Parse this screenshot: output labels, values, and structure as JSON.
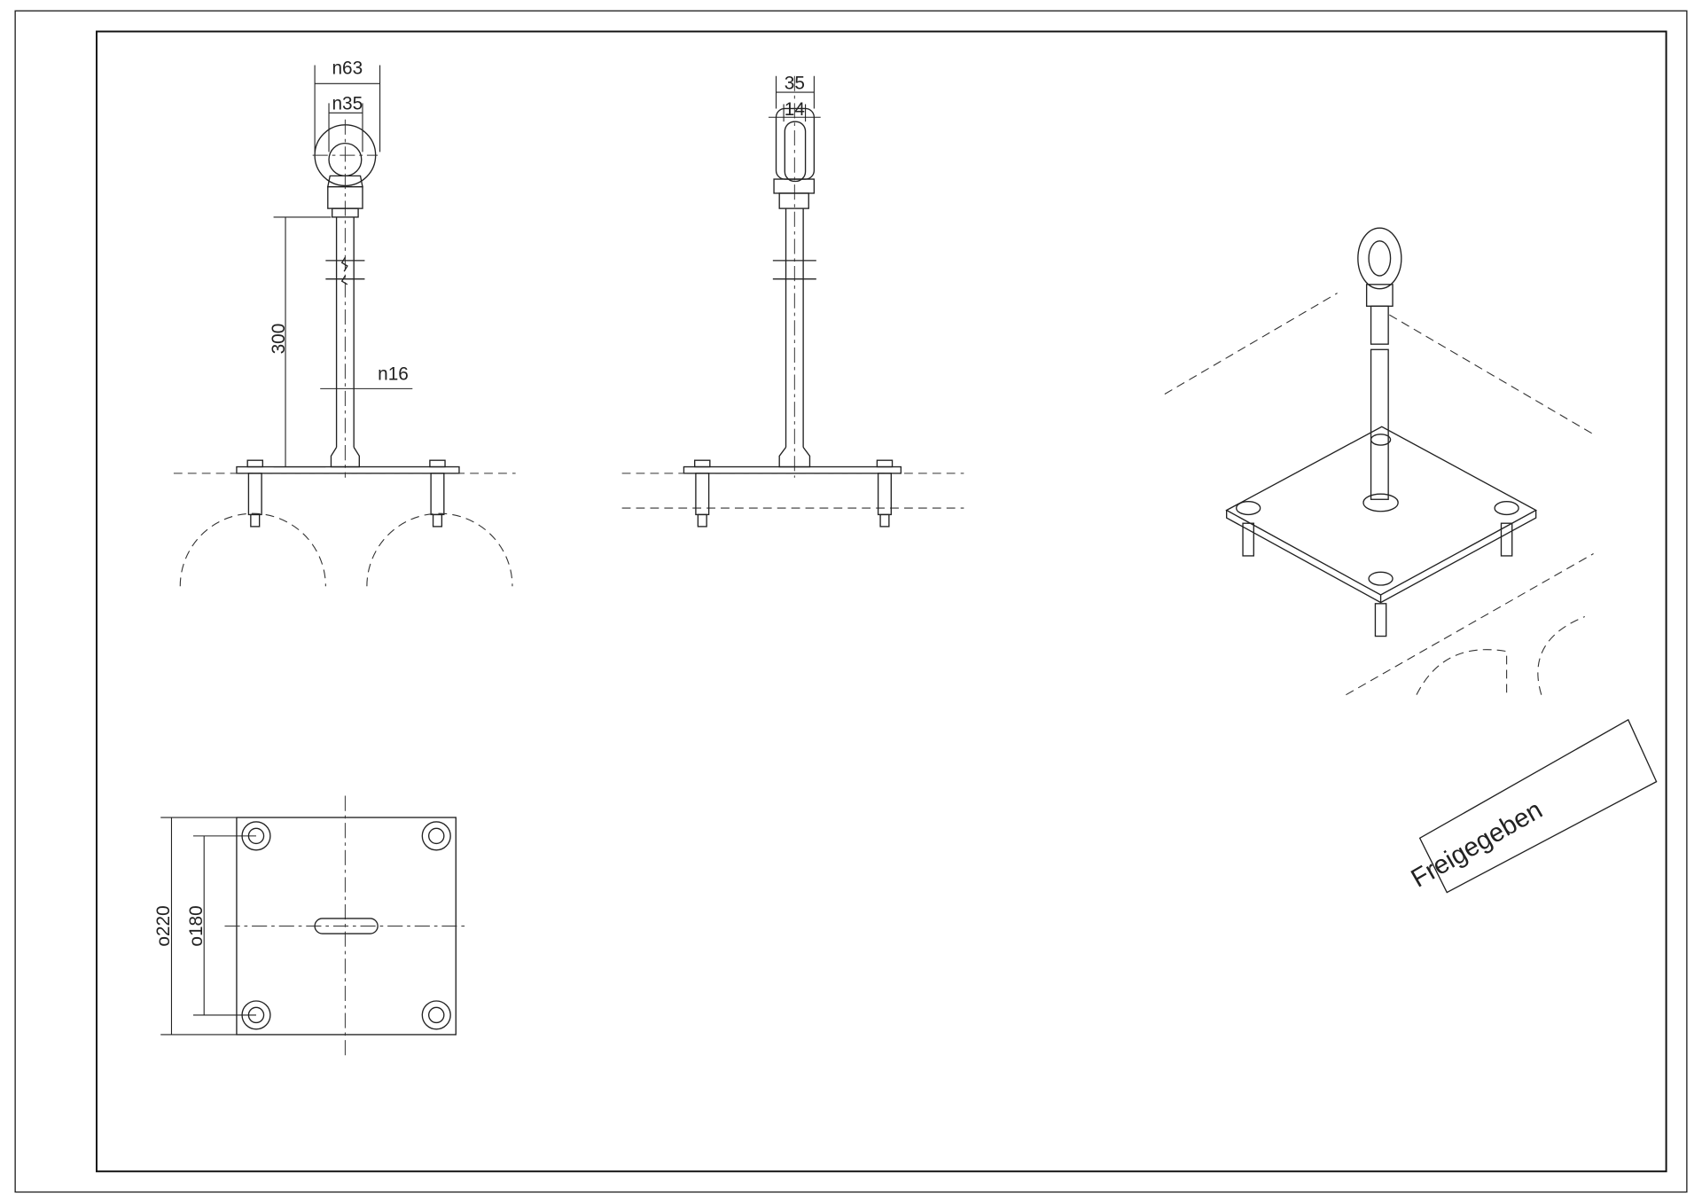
{
  "drawing": {
    "front_view": {
      "dim_eye_outer": "n63",
      "dim_eye_inner": "n35",
      "dim_height": "300",
      "dim_rod": "n16"
    },
    "side_view": {
      "dim_shackle_width": "35",
      "dim_slot_width": "14"
    },
    "plan_view": {
      "dim_plate": "o220",
      "dim_bolt_spacing": "o180"
    },
    "stamp": {
      "text": "Freigegeben"
    }
  }
}
